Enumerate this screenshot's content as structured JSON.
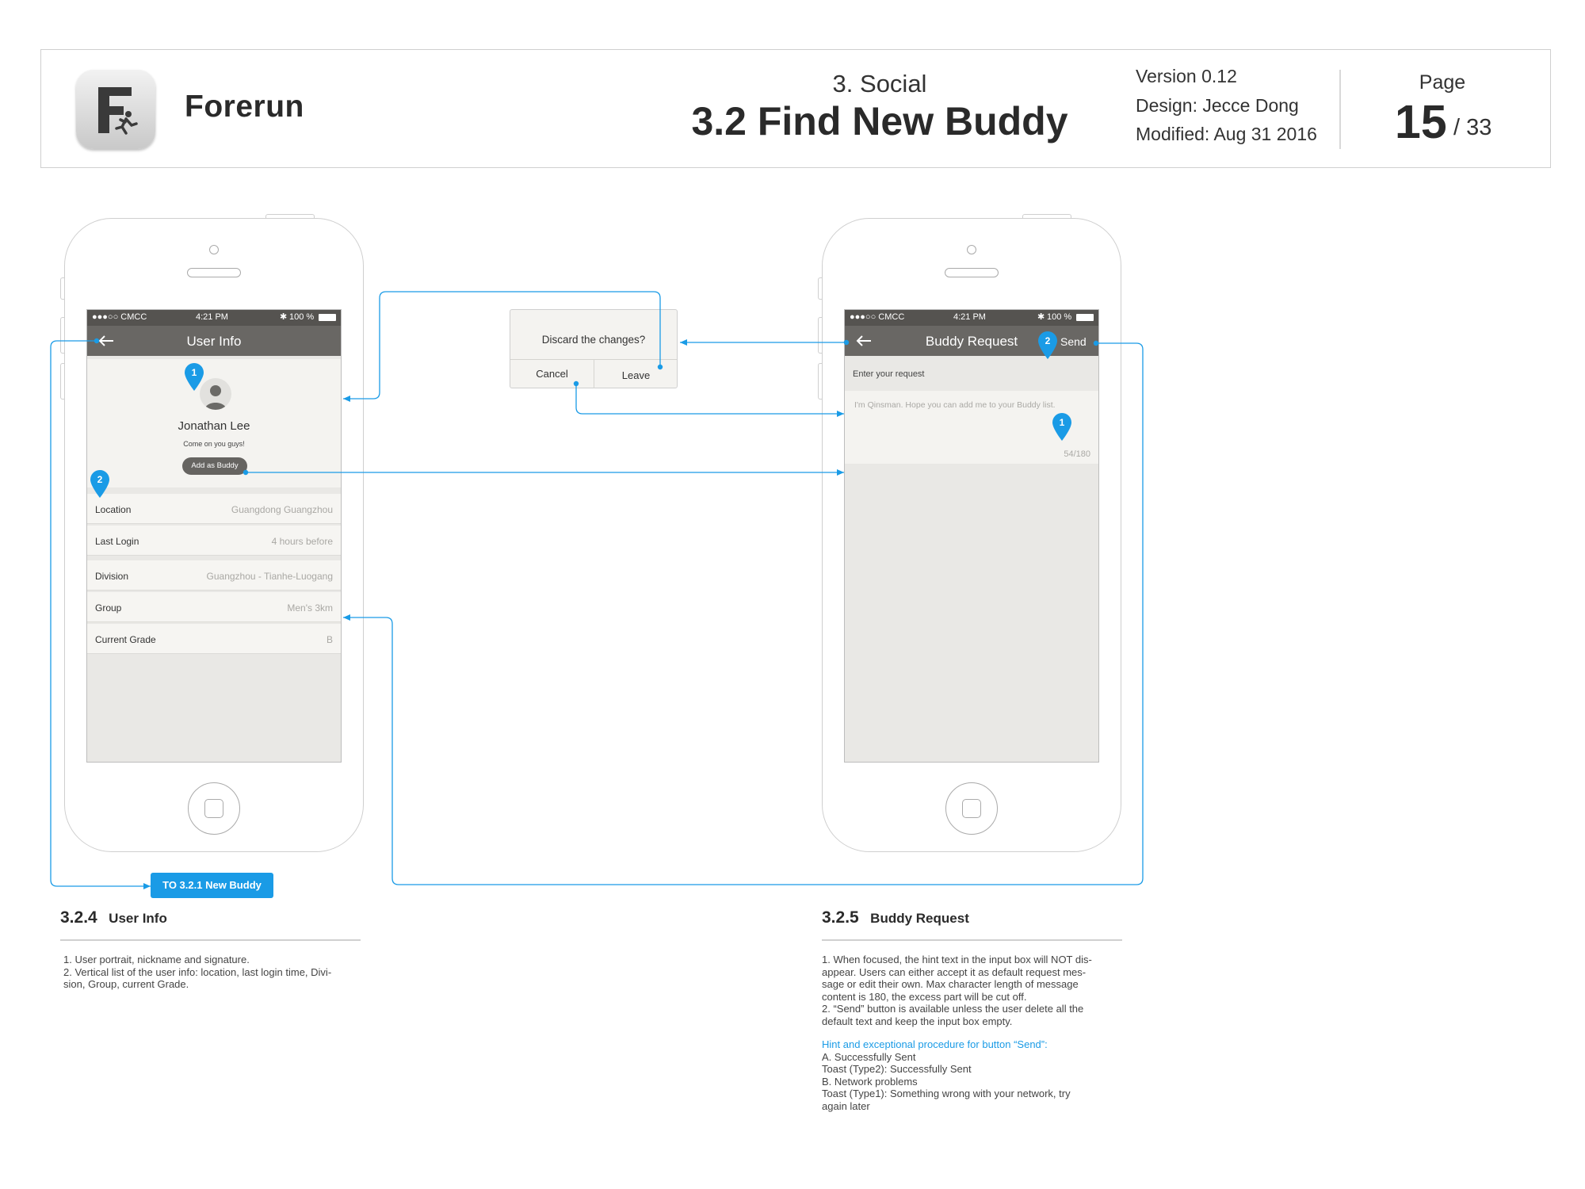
{
  "header": {
    "app_name": "Forerun",
    "section": "3. Social",
    "page_title": "3.2 Find New Buddy",
    "version": "Version 0.12",
    "design": "Design: Jecce Dong",
    "modified": "Modified: Aug 31 2016",
    "page_label": "Page",
    "page_number": "15",
    "page_total": "/ 33"
  },
  "status_bar": {
    "carrier": "●●●○○ CMCC",
    "time": "4:21 PM",
    "battery": "100 %"
  },
  "user_info_screen": {
    "nav_title": "User Info",
    "name": "Jonathan Lee",
    "signature": "Come on you guys!",
    "add_button": "Add as Buddy",
    "rows": [
      {
        "label": "Location",
        "value": "Guangdong Guangzhou"
      },
      {
        "label": "Last Login",
        "value": "4 hours before"
      },
      {
        "label": "Division",
        "value": "Guangzhou - Tianhe-Luogang"
      },
      {
        "label": "Group",
        "value": "Men's 3km"
      },
      {
        "label": "Current Grade",
        "value": "B"
      }
    ]
  },
  "buddy_request_screen": {
    "nav_title": "Buddy Request",
    "send": "Send",
    "section_label": "Enter your request",
    "hint_text": "I'm Qinsman. Hope you can add me to your Buddy list.",
    "counter": "54/180"
  },
  "dialog": {
    "message": "Discard the changes?",
    "cancel": "Cancel",
    "leave": "Leave"
  },
  "markers": {
    "one": "1",
    "two": "2"
  },
  "link_button": "TO 3.2.1 New Buddy",
  "notes_left": {
    "number": "3.2.4",
    "title": "User Info",
    "lines": [
      "1. User portrait, nickname and signature.",
      "2. Vertical list of the user info: location, last login time, Divi-",
      "sion, Group, current Grade."
    ]
  },
  "notes_right": {
    "number": "3.2.5",
    "title": "Buddy Request",
    "lines": [
      "1. When focused, the hint text in the input box will NOT dis-",
      "appear. Users can either accept it as default request mes-",
      "sage or edit their own. Max character length of message",
      "content is 180, the excess part will be cut off.",
      "2. “Send” button is available unless the user delete all the",
      "default text and keep the input box empty."
    ],
    "hint_heading": "Hint and exceptional procedure for button “Send”:",
    "hint_lines": [
      "A. Successfully Sent",
      "Toast (Type2): Successfully Sent",
      "B. Network problems",
      "Toast (Type1): Something wrong with your network, try",
      "again later"
    ]
  },
  "colors": {
    "accent": "#1a9be6",
    "nav_bar": "#696764",
    "status_bar": "#555350"
  }
}
